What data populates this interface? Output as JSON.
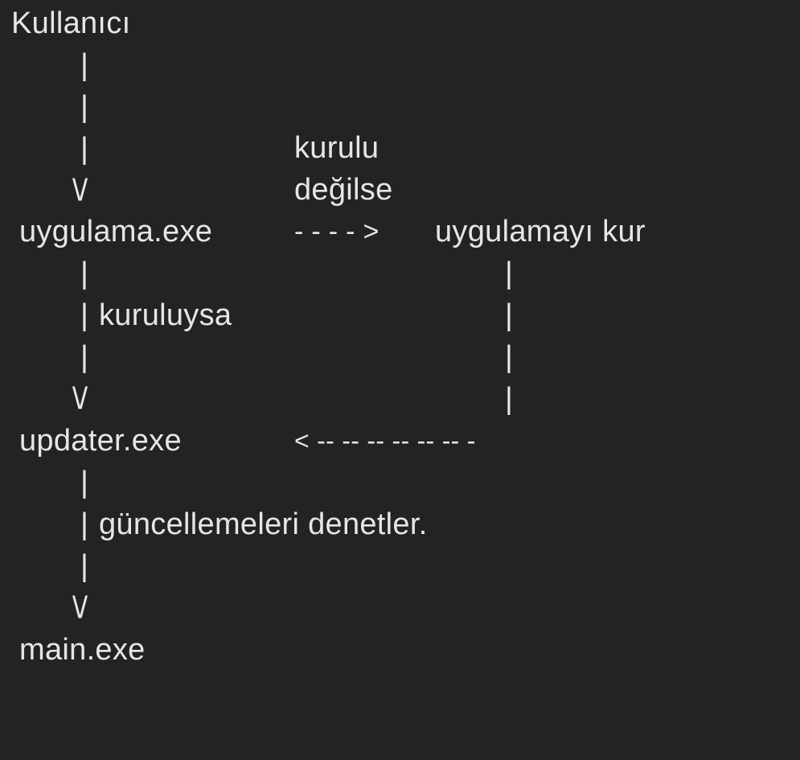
{
  "diagram": {
    "nodes": {
      "user": "Kullanıcı",
      "app": "uygulama.exe",
      "install": "uygulamayı kur",
      "updater": "updater.exe",
      "main": "main.exe"
    },
    "edge_labels": {
      "not_installed_line1": "kurulu",
      "not_installed_line2": "değilse",
      "installed": "kuruluysa",
      "checks_updates": "güncellemeleri denetler."
    },
    "connectors": {
      "pipe": "|",
      "arrow_down": "\\/",
      "dashed_right": "- - - - >",
      "dashed_left": "< -- -- -- -- -- -- -"
    }
  }
}
